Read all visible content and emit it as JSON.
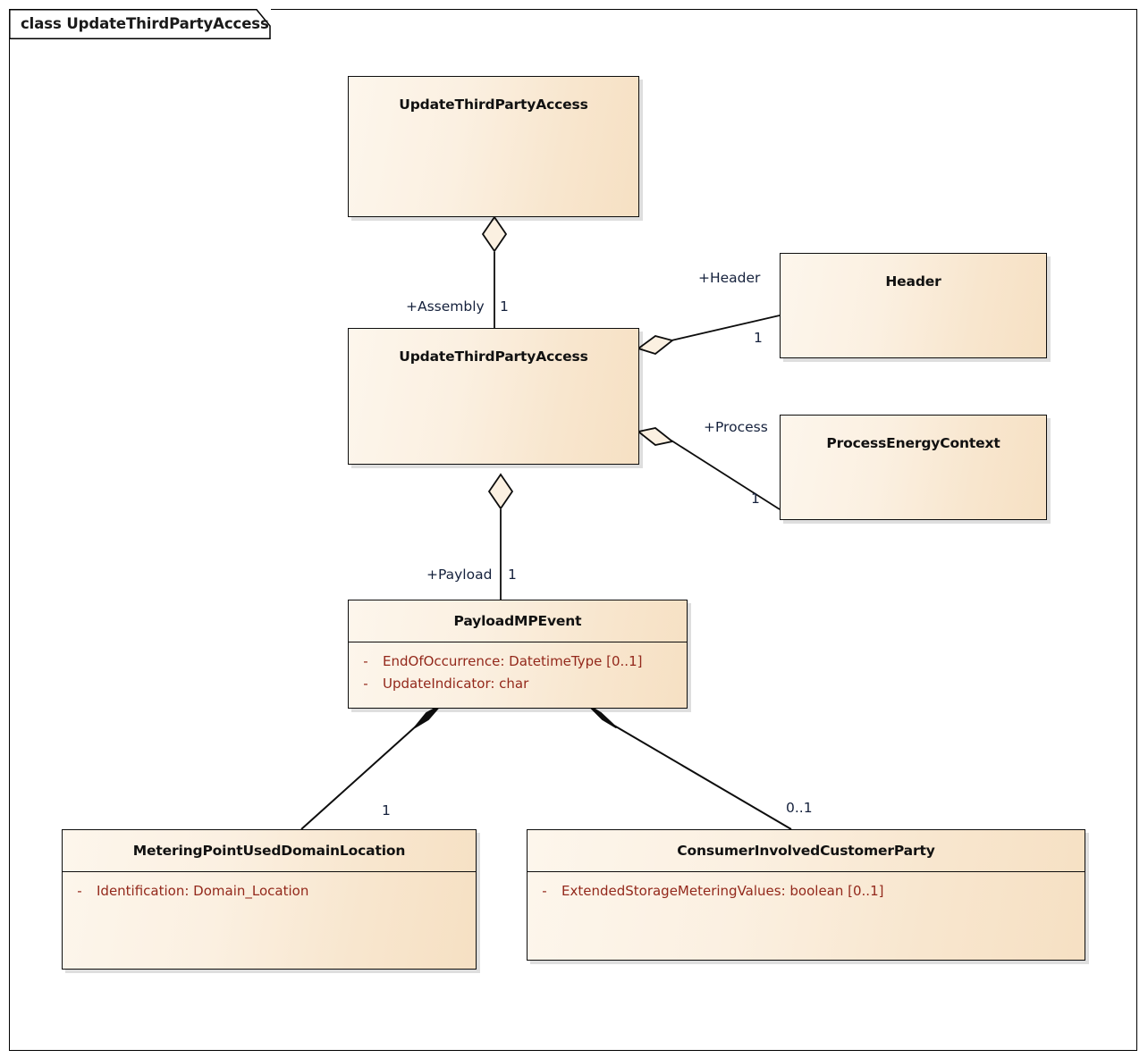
{
  "frame": {
    "label": "class UpdateThirdPartyAccess"
  },
  "classes": {
    "root": {
      "name": "UpdateThirdPartyAccess"
    },
    "assembly": {
      "name": "UpdateThirdPartyAccess"
    },
    "header": {
      "name": "Header"
    },
    "process": {
      "name": "ProcessEnergyContext"
    },
    "payload": {
      "name": "PayloadMPEvent",
      "attributes": [
        {
          "visibility": "-",
          "signature": "EndOfOccurrence: DatetimeType [0..1]"
        },
        {
          "visibility": "-",
          "signature": "UpdateIndicator: char"
        }
      ]
    },
    "metering_point": {
      "name": "MeteringPointUsedDomainLocation",
      "attributes": [
        {
          "visibility": "-",
          "signature": "Identification: Domain_Location"
        }
      ]
    },
    "consumer": {
      "name": "ConsumerInvolvedCustomerParty",
      "attributes": [
        {
          "visibility": "-",
          "signature": "ExtendedStorageMeteringValues: boolean [0..1]"
        }
      ]
    }
  },
  "relations": {
    "assembly": {
      "role": "+Assembly",
      "multiplicity": "1",
      "kind": "aggregation"
    },
    "header": {
      "role": "+Header",
      "multiplicity": "1",
      "kind": "aggregation"
    },
    "process": {
      "role": "+Process",
      "multiplicity": "1",
      "kind": "aggregation"
    },
    "payload": {
      "role": "+Payload",
      "multiplicity": "1",
      "kind": "aggregation"
    },
    "metering_point": {
      "role": "",
      "multiplicity": "1",
      "kind": "composition"
    },
    "consumer": {
      "role": "",
      "multiplicity": "0..1",
      "kind": "composition"
    }
  },
  "colors": {
    "box_fill_light": "#fdf6ec",
    "box_fill_dark": "#f6e0c3",
    "border": "#0d0d0d",
    "attribute_text": "#93281b",
    "label_text": "#15213c"
  }
}
